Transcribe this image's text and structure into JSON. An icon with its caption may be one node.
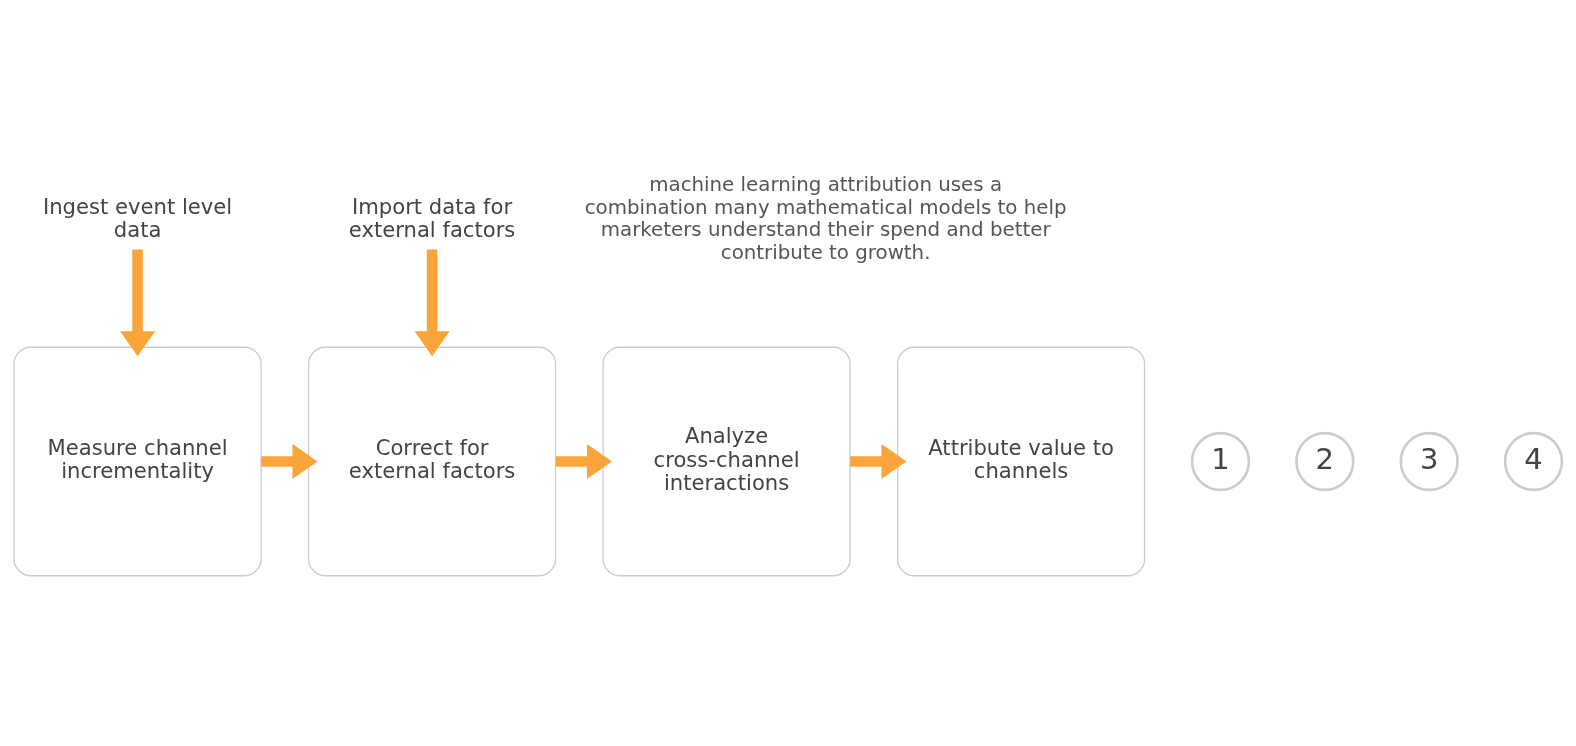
{
  "diagram": {
    "nodes": [
      {
        "text": [
          "Ingest event level data"
        ]
      },
      {
        "text": [
          "Import data for external factors"
        ]
      },
      {
        "text": [
          "1"
        ]
      },
      {
        "text": [
          "Measure channel incrementality"
        ]
      },
      {
        "text": [
          "2"
        ]
      },
      {
        "text": [
          "Correct for external factors"
        ]
      },
      {
        "text": [
          "3"
        ]
      },
      {
        "text": [
          "Analyze cross-channel interactions"
        ]
      },
      {
        "text": [
          "4"
        ]
      },
      {
        "text": [
          "Attribute value to channels"
        ]
      }
    ],
    "edges": [
      {
        "from": 0,
        "to": 3,
        "arrow": "to"
      },
      {
        "from": 1,
        "to": 5,
        "arrow": "to"
      },
      {
        "from": 3,
        "to": 5,
        "arrow": "to"
      },
      {
        "from": 5,
        "to": 7,
        "arrow": "to"
      },
      {
        "from": 7,
        "to": 9,
        "arrow": "to"
      }
    ],
    "labels": [
      "machine learning attribution uses a combination many mathematical models to help marketers understand their spend and better contribute to growth."
    ]
  }
}
